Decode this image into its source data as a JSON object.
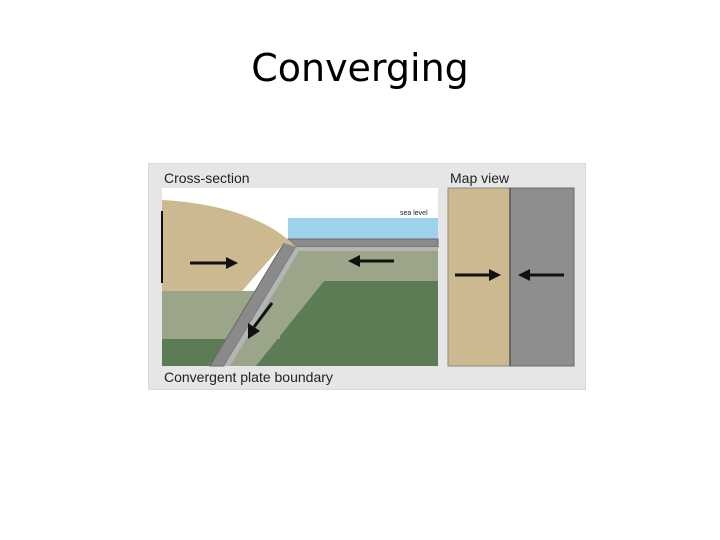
{
  "slide": {
    "title": "Converging"
  },
  "figure": {
    "cross_section_label": "Cross-section",
    "map_view_label": "Map view",
    "sea_level_label": "sea level",
    "caption": "Convergent plate boundary",
    "colors": {
      "frame_background": "#e6e6e6",
      "continental_crust": "#cdb98f",
      "ocean_water": "#9fd0ec",
      "oceanic_crust": "#9aa58a",
      "mantle": "#5c7c55",
      "subducting_slab": "#9a9a9a",
      "map_oceanic_plate": "#8e8e8e",
      "arrow": "#111111"
    }
  }
}
